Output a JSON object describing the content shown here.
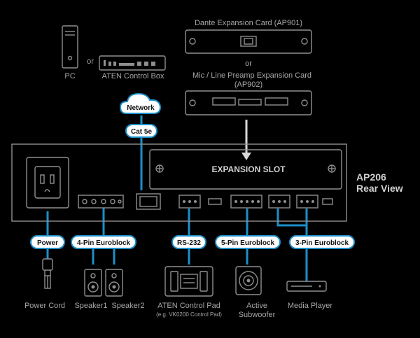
{
  "devices": {
    "pc": "PC",
    "or_top": "or",
    "control_box": "ATEN Control Box",
    "dante_card": "Dante Expansion Card (AP901)",
    "or_cards": "or",
    "mic_card_line1": "Mic / Line Preamp Expansion Card",
    "mic_card_line2": "(AP902)",
    "network": "Network",
    "power_cord": "Power Cord",
    "speaker1": "Speaker1",
    "speaker2": "Speaker2",
    "control_pad": "ATEN Control Pad",
    "control_pad_sub": "(e.g. VK0200 Control Pad)",
    "subwoofer_line1": "Active",
    "subwoofer_line2": "Subwoofer",
    "media_player": "Media Player"
  },
  "panel": {
    "slot_label": "EXPANSION SLOT",
    "title_line1": "AP206",
    "title_line2": "Rear View"
  },
  "connections": {
    "cat5e": "Cat 5e",
    "power": "Power",
    "euro4": "4-Pin Euroblock",
    "rs232": "RS-232",
    "euro5": "5-Pin Euroblock",
    "euro3": "3-Pin Euroblock"
  },
  "colors": {
    "wire": "#1c8fc8",
    "pill": "#ffffff",
    "outline": "#8f8f8f",
    "background": "#000000"
  }
}
